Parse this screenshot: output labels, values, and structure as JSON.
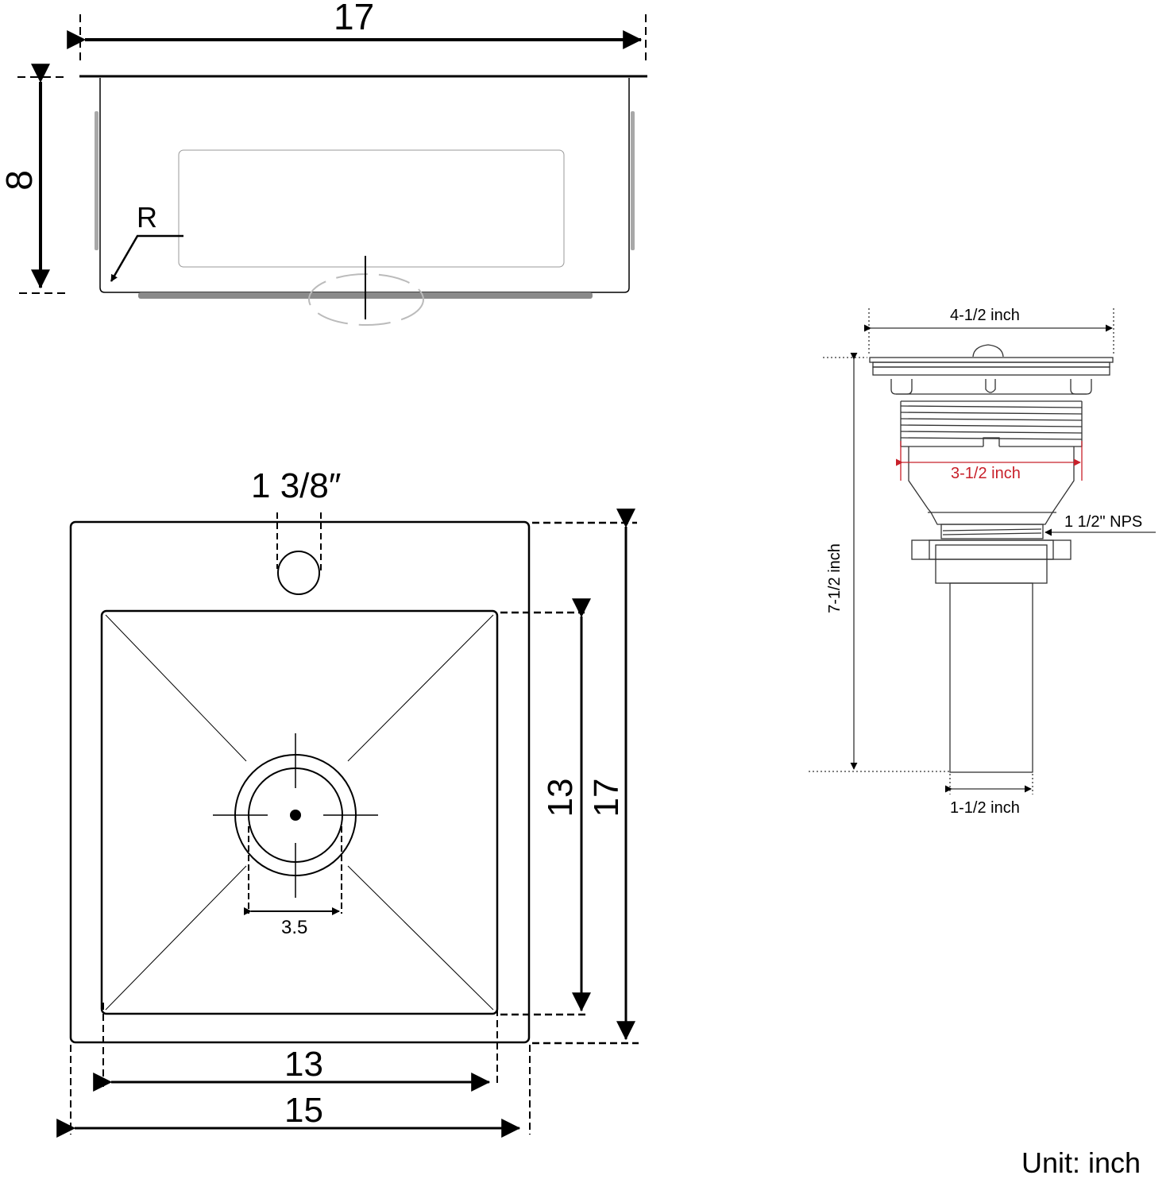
{
  "side_view": {
    "width_label": "17",
    "height_label": "8",
    "radius_label": "R"
  },
  "top_view": {
    "faucet_hole_label": "1 3/8″",
    "inner_height_label": "13",
    "outer_height_label": "17",
    "inner_width_label": "13",
    "outer_width_label": "15",
    "drain_diameter_label": "3.5"
  },
  "strainer": {
    "flange_width_label": "4-1/2 inch",
    "body_width_label": "3-1/2 inch",
    "thread_label": "1 1/2\" NPS",
    "total_height_label": "7-1/2 inch",
    "tail_width_label": "1-1/2 inch",
    "accent_color": "#c8202a"
  },
  "unit_label": "Unit: inch"
}
